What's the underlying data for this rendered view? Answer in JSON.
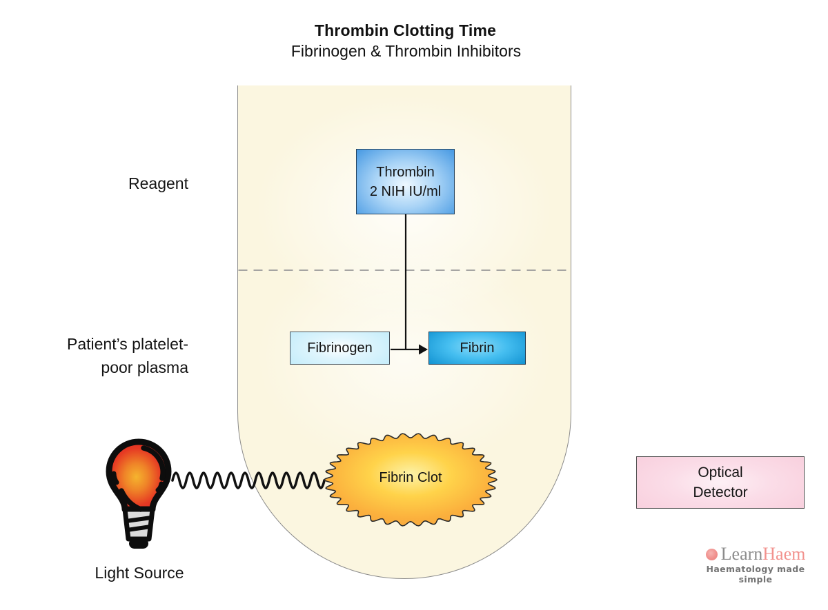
{
  "header": {
    "title": "Thrombin Clotting Time",
    "subtitle": "Fibrinogen & Thrombin Inhibitors"
  },
  "labels": {
    "reagent": "Reagent",
    "plasma_line1": "Patient’s platelet-",
    "plasma_line2": "poor plasma",
    "light_source": "Light Source"
  },
  "tube": {
    "reagent_box_line1": "Thrombin",
    "reagent_box_line2": "2 NIH IU/ml",
    "fibrinogen": "Fibrinogen",
    "fibrin": "Fibrin",
    "clot": "Fibrin Clot"
  },
  "detector": {
    "line1": "Optical",
    "line2": "Detector"
  },
  "logo": {
    "learn": "Learn",
    "haem": "Haem",
    "tagline": "Haematology made simple"
  },
  "colors": {
    "thrombin_blue": "#4d9de4",
    "fibrin_blue": "#0f90d0",
    "fibrinogen_light_blue": "#c3ecfa",
    "clot_edge_orange": "#f6a73e",
    "clot_center_yellow": "#fcf2a8",
    "detector_pink": "#f8cfdd",
    "tube_cream": "#fbf6e0",
    "tube_border_gray": "#8a8a8a",
    "divider_gray": "#999999",
    "bulb_red": "#e02822",
    "bulb_center_orange": "#f0a42b",
    "brand_salmon": "#f0908d",
    "brand_gray": "#8c8c8c"
  }
}
